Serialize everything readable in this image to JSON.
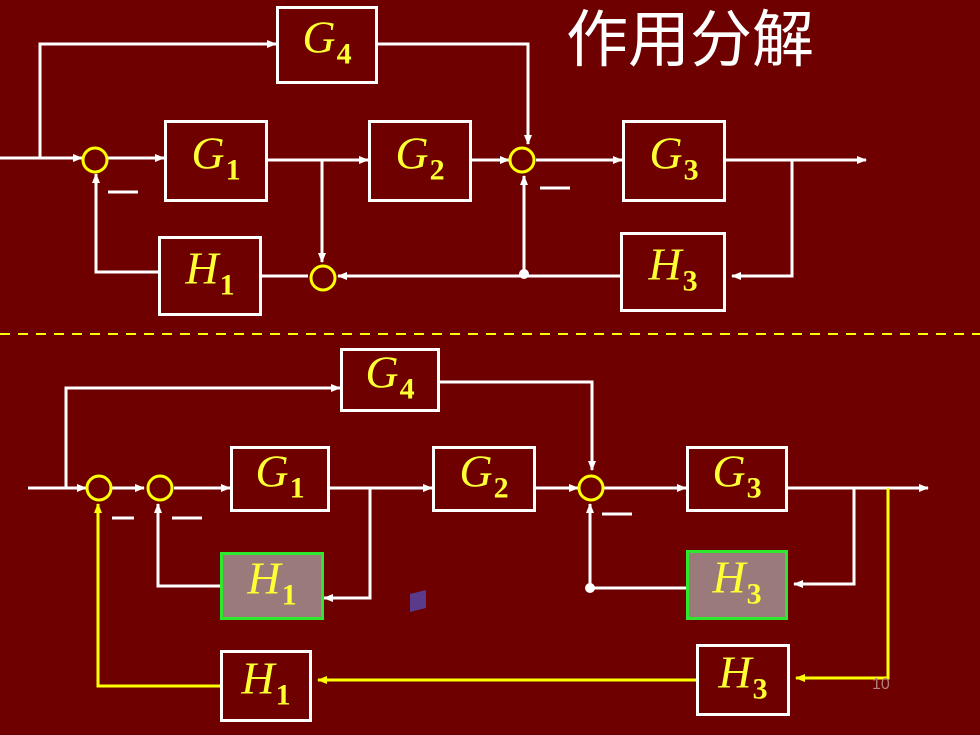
{
  "title": "作用分解",
  "page_number": "10",
  "top_diagram": {
    "G4": {
      "letter": "G",
      "sub": "4"
    },
    "G1": {
      "letter": "G",
      "sub": "1"
    },
    "G2": {
      "letter": "G",
      "sub": "2"
    },
    "G3": {
      "letter": "G",
      "sub": "3"
    },
    "H1": {
      "letter": "H",
      "sub": "1"
    },
    "H3": {
      "letter": "H",
      "sub": "3"
    }
  },
  "bottom_diagram": {
    "G4": {
      "letter": "G",
      "sub": "4"
    },
    "G1": {
      "letter": "G",
      "sub": "1"
    },
    "G2": {
      "letter": "G",
      "sub": "2"
    },
    "G3": {
      "letter": "G",
      "sub": "3"
    },
    "H1_inner": {
      "letter": "H",
      "sub": "1"
    },
    "H3_inner": {
      "letter": "H",
      "sub": "3"
    },
    "H1_outer": {
      "letter": "H",
      "sub": "1"
    },
    "H3_outer": {
      "letter": "H",
      "sub": "3"
    }
  },
  "colors": {
    "background": "#6e0000",
    "line": "#ffffff",
    "label": "#ffff33",
    "highlight_border": "#2ee82e",
    "highlight_fill": "#9a7a7a",
    "outer_feedback": "#ffff00",
    "summing_junction": "#ffff00"
  }
}
